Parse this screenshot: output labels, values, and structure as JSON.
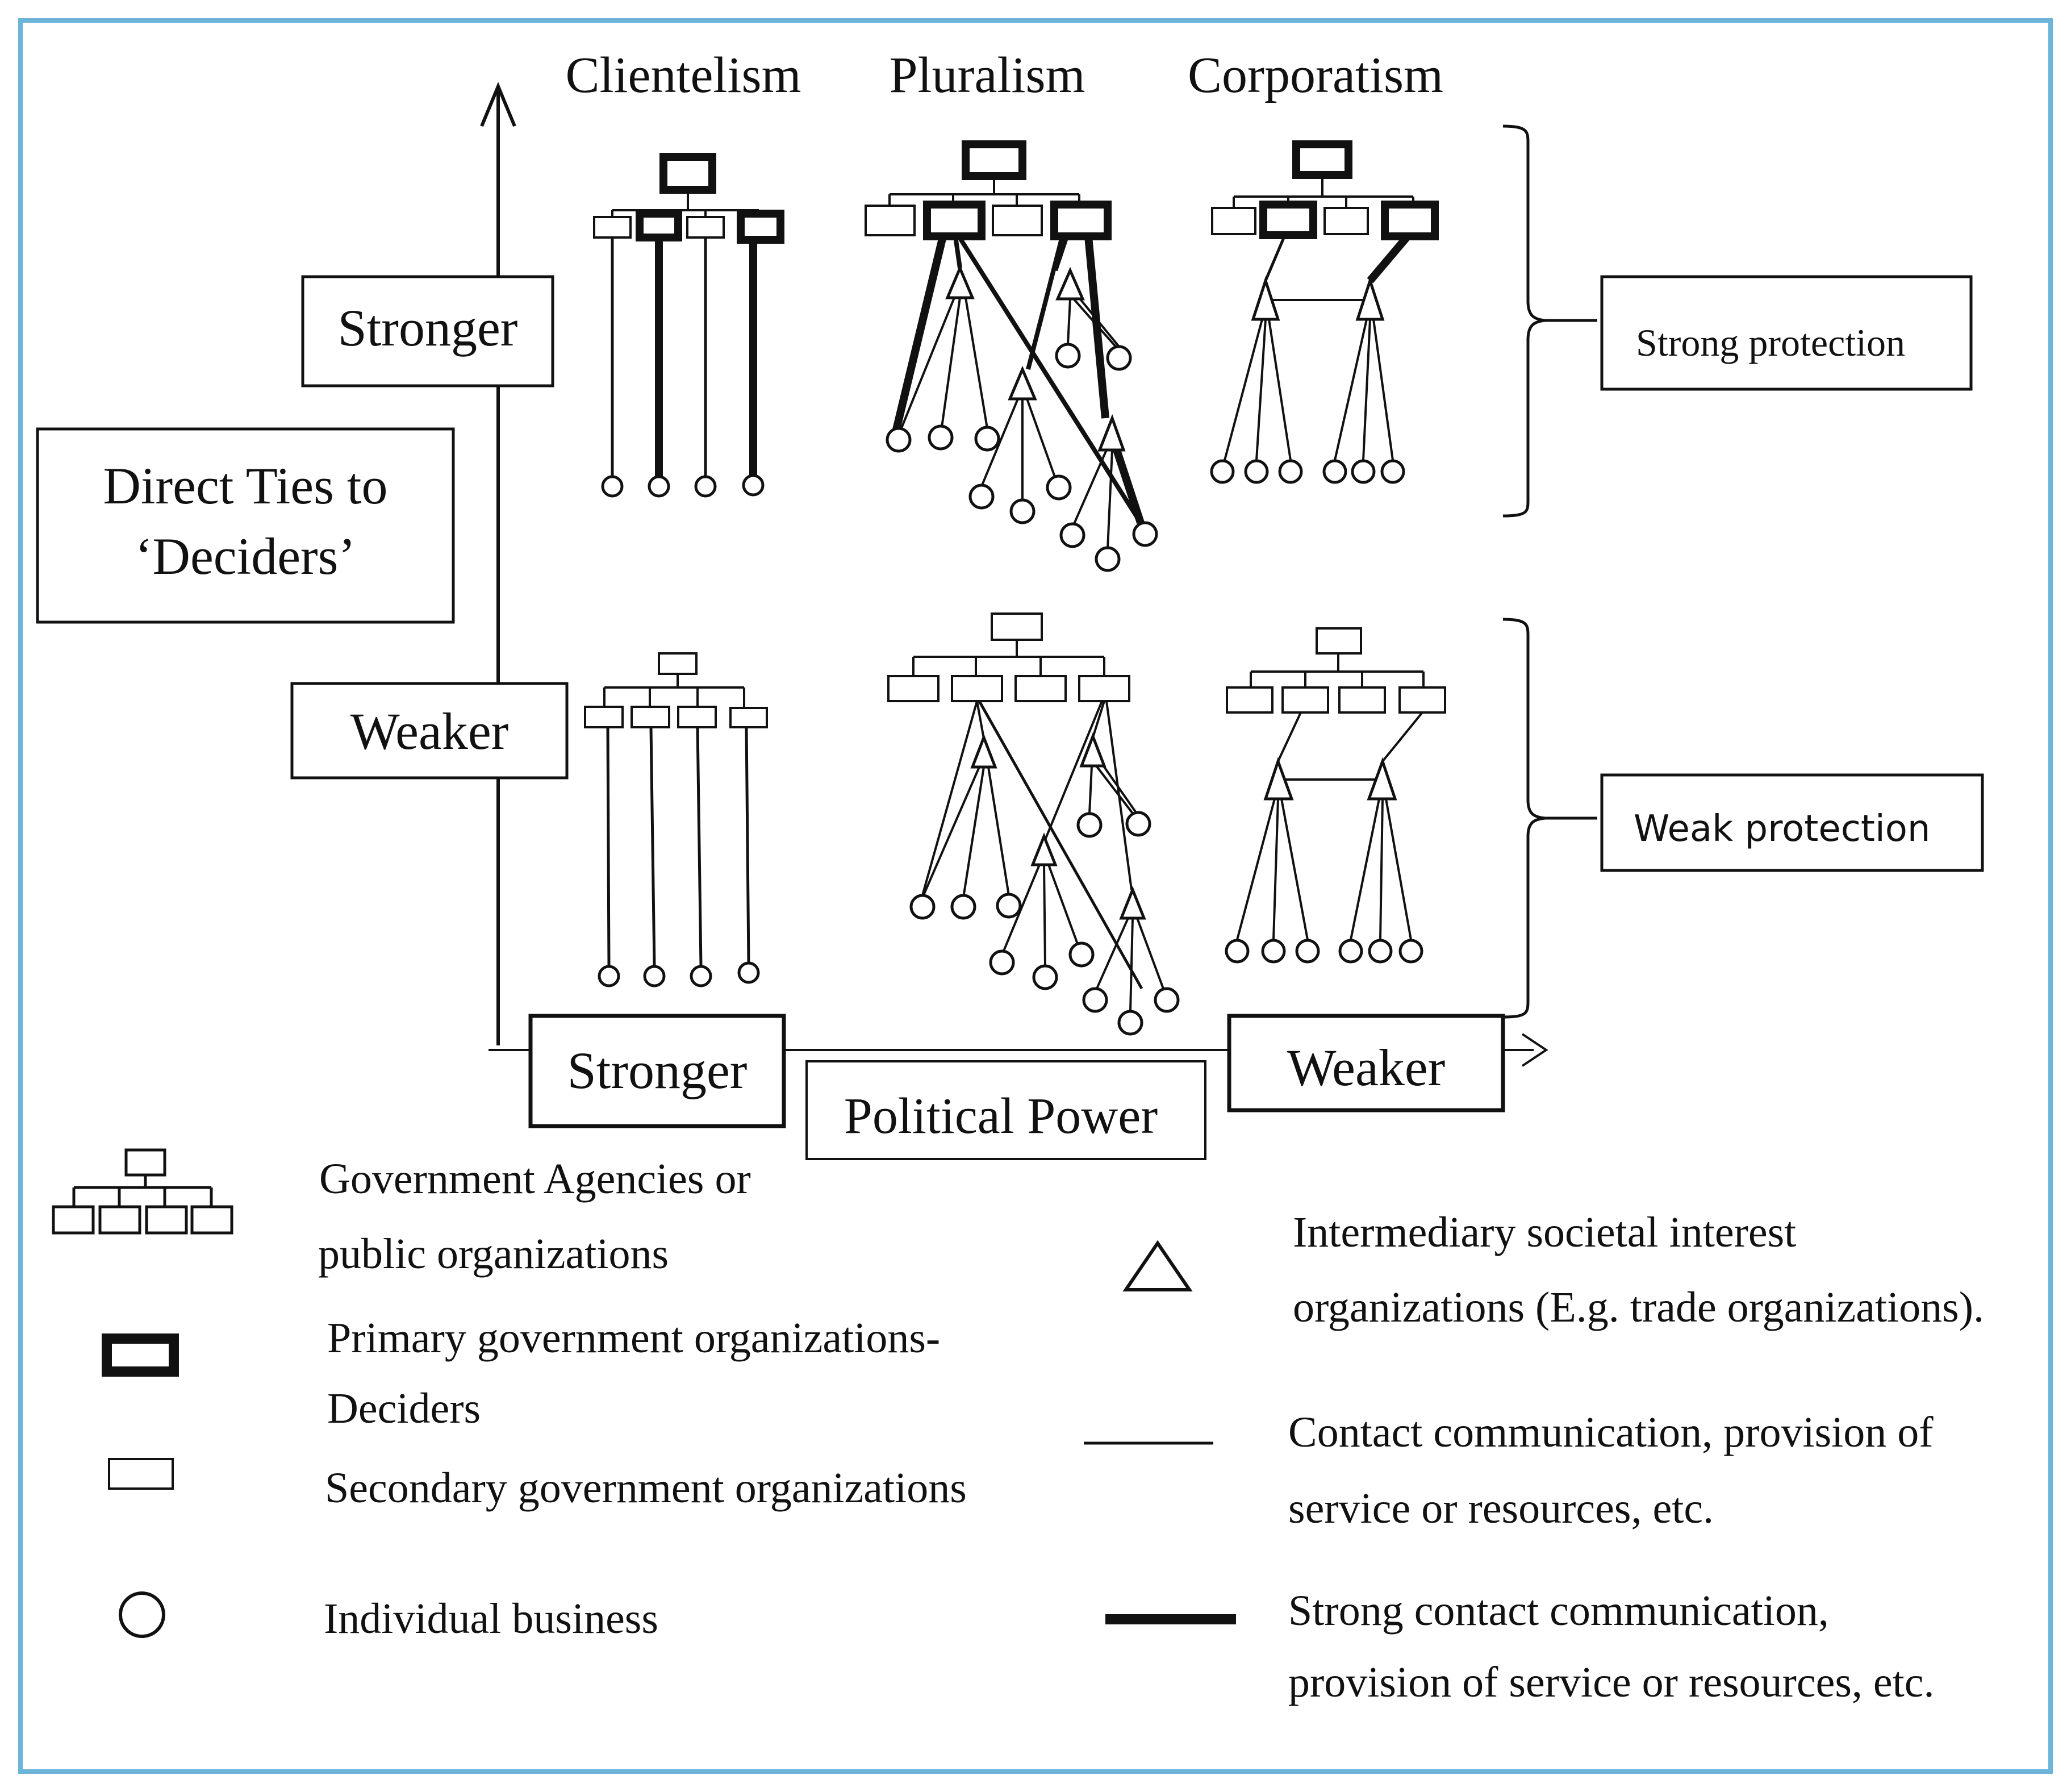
{
  "columns": [
    "Clientelism",
    "Pluralism",
    "Corporatism"
  ],
  "y_axis": {
    "stronger": "Stronger",
    "weaker": "Weaker",
    "label_line1": "Direct Ties to",
    "label_line2": "‘Deciders’"
  },
  "x_axis": {
    "stronger": "Stronger",
    "weaker": "Weaker",
    "label": "Political Power"
  },
  "brackets": {
    "strong": "Strong protection",
    "weak": "Weak protection"
  },
  "legend": {
    "agencies_line1": "Government Agencies or",
    "agencies_line2": "public organizations",
    "primary_line1": "Primary government organizations-",
    "primary_line2": "Deciders",
    "secondary": "Secondary government organizations",
    "business": "Individual business",
    "intermediary_line1": "Intermediary societal interest",
    "intermediary_line2": "organizations (E.g. trade organizations).",
    "contact_line1": "Contact communication, provision of",
    "contact_line2": "service or resources, etc.",
    "strong_line1": "Strong contact communication,",
    "strong_line2": "provision of service or resources, etc."
  },
  "colors": {
    "frame": "#6cb4d8",
    "ink": "#111111"
  }
}
